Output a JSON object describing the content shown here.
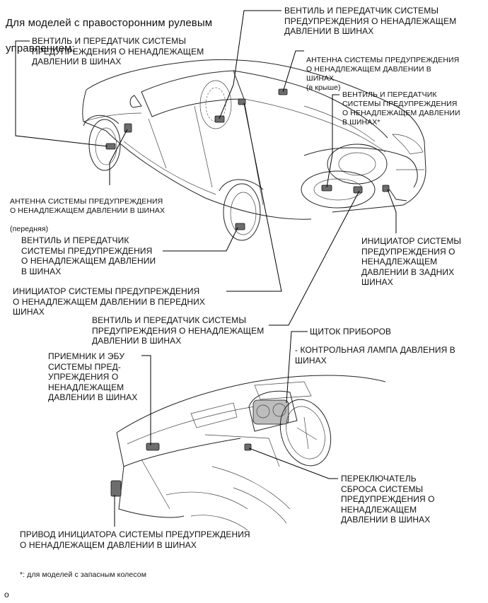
{
  "header": {
    "title_line1": "Для моделей с правосторонним рулевым",
    "title_line2": "управлением:"
  },
  "labels": {
    "valve_front_left": "ВЕНТИЛЬ И ПЕРЕДАТЧИК СИСТЕМЫ\nПРЕДУПРЕЖДЕНИЯ О НЕНАДЛЕЖАЩЕМ\nДАВЛЕНИИ В ШИНАХ",
    "valve_rear_top": "ВЕНТИЛЬ И ПЕРЕДАТЧИК СИСТЕМЫ\nПРЕДУПРЕЖДЕНИЯ О НЕНАДЛЕЖАЩЕМ\nДАВЛЕНИИ В ШИНАХ",
    "antenna_roof": "АНТЕННА СИСТЕМЫ ПРЕДУПРЕЖДЕНИЯ\nО НЕНАДЛЕЖАЩЕМ ДАВЛЕНИИ В\nШИНАХ",
    "antenna_roof_note": "(в крыше)",
    "valve_spare": "ВЕНТИЛЬ И ПЕРЕДАТЧИК\nСИСТЕМЫ ПРЕДУПРЕЖДЕНИЯ\nО НЕНАДЛЕЖАЩЕМ ДАВЛЕНИИ\nВ ШИНАХ*",
    "antenna_front": "АНТЕННА СИСТЕМЫ ПРЕДУПРЕЖДЕНИЯ\nО НЕНАДЛЕЖАЩЕМ ДАВЛЕНИИ В ШИНАХ",
    "antenna_front_note": "(передняя)",
    "initiator_rear": "ИНИЦИАТОР СИСТЕМЫ\nПРЕДУПРЕЖДЕНИЯ О\nНЕНАДЛЕЖАЩЕМ\nДАВЛЕНИИ В ЗАДНИХ\nШИНАХ",
    "valve_front_right": "ВЕНТИЛЬ И ПЕРЕДАТЧИК\nСИСТЕМЫ ПРЕДУПРЕЖДЕНИЯ\nО НЕНАДЛЕЖАЩЕМ ДАВЛЕНИИ\nВ ШИНАХ",
    "initiator_front": "ИНИЦИАТОР СИСТЕМЫ ПРЕДУПРЕЖДЕНИЯ\nО НЕНАДЛЕЖАЩЕМ ДАВЛЕНИИ В ПЕРЕДНИХ\nШИНАХ",
    "valve_rear_right": "ВЕНТИЛЬ И ПЕРЕДАТЧИК СИСТЕМЫ\nПРЕДУПРЕЖДЕНИЯ О НЕНАДЛЕЖАЩЕМ\nДАВЛЕНИИ В ШИНАХ",
    "instrument_panel": "ЩИТОК ПРИБОРОВ",
    "warning_lamp": "- КОНТРОЛЬНАЯ ЛАМПА ДАВЛЕНИЯ В\nШИНАХ",
    "receiver_ecu": "ПРИЕМНИК И ЭБУ\nСИСТЕМЫ ПРЕД-\nУПРЕЖДЕНИЯ О\nНЕНАДЛЕЖАЩЕМ\nДАВЛЕНИИ В ШИНАХ",
    "reset_switch": "ПЕРЕКЛЮЧАТЕЛЬ\nСБРОСА СИСТЕМЫ\nПРЕДУПРЕЖДЕНИЯ О\nНЕНАДЛЕЖАЩЕМ\nДАВЛЕНИИ В ШИНАХ",
    "initiator_drive": "ПРИВОД ИНИЦИАТОРА СИСТЕМЫ ПРЕДУПРЕЖДЕНИЯ\nО НЕНАДЛЕЖАЩЕМ ДАВЛЕНИИ В ШИНАХ"
  },
  "footnote": "*: для моделей с запасным колесом",
  "page_mark": "o"
}
